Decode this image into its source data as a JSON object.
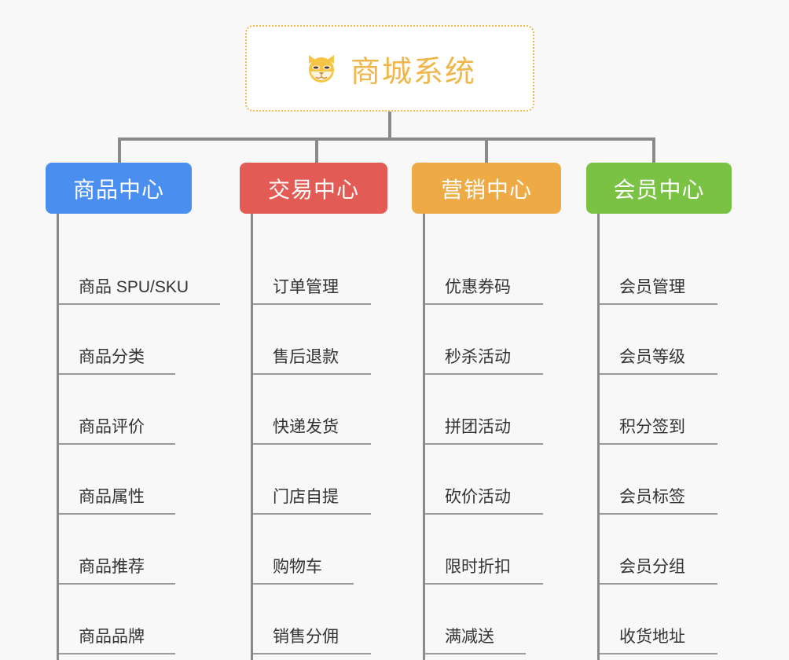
{
  "page": {
    "background_color": "#f8f8f8",
    "diagram_type": "organization-tree"
  },
  "root": {
    "title": "商城系统",
    "icon": "dog-face-icon",
    "text_color": "#f0b64a",
    "border_color": "#f0b952",
    "background_color": "#ffffff"
  },
  "columns": [
    {
      "label": "商品中心",
      "color": "#4a8ef0",
      "items": [
        {
          "label": "商品 SPU/SKU",
          "rule_width": 205
        },
        {
          "label": "商品分类",
          "rule_width": 148
        },
        {
          "label": "商品评价",
          "rule_width": 148
        },
        {
          "label": "商品属性",
          "rule_width": 148
        },
        {
          "label": "商品推荐",
          "rule_width": 148
        },
        {
          "label": "商品品牌",
          "rule_width": 148
        }
      ]
    },
    {
      "label": "交易中心",
      "color": "#e35b55",
      "items": [
        {
          "label": "订单管理",
          "rule_width": 150
        },
        {
          "label": "售后退款",
          "rule_width": 150
        },
        {
          "label": "快递发货",
          "rule_width": 150
        },
        {
          "label": "门店自提",
          "rule_width": 150
        },
        {
          "label": "购物车",
          "rule_width": 128
        },
        {
          "label": "销售分佣",
          "rule_width": 150
        }
      ]
    },
    {
      "label": "营销中心",
      "color": "#eeab45",
      "items": [
        {
          "label": "优惠券码",
          "rule_width": 150
        },
        {
          "label": "秒杀活动",
          "rule_width": 150
        },
        {
          "label": "拼团活动",
          "rule_width": 150
        },
        {
          "label": "砍价活动",
          "rule_width": 150
        },
        {
          "label": "限时折扣",
          "rule_width": 150
        },
        {
          "label": "满减送",
          "rule_width": 128
        }
      ]
    },
    {
      "label": "会员中心",
      "color": "#79c243",
      "items": [
        {
          "label": "会员管理",
          "rule_width": 150
        },
        {
          "label": "会员等级",
          "rule_width": 150
        },
        {
          "label": "积分签到",
          "rule_width": 150
        },
        {
          "label": "会员标签",
          "rule_width": 150
        },
        {
          "label": "会员分组",
          "rule_width": 150
        },
        {
          "label": "收货地址",
          "rule_width": 150
        }
      ]
    }
  ]
}
